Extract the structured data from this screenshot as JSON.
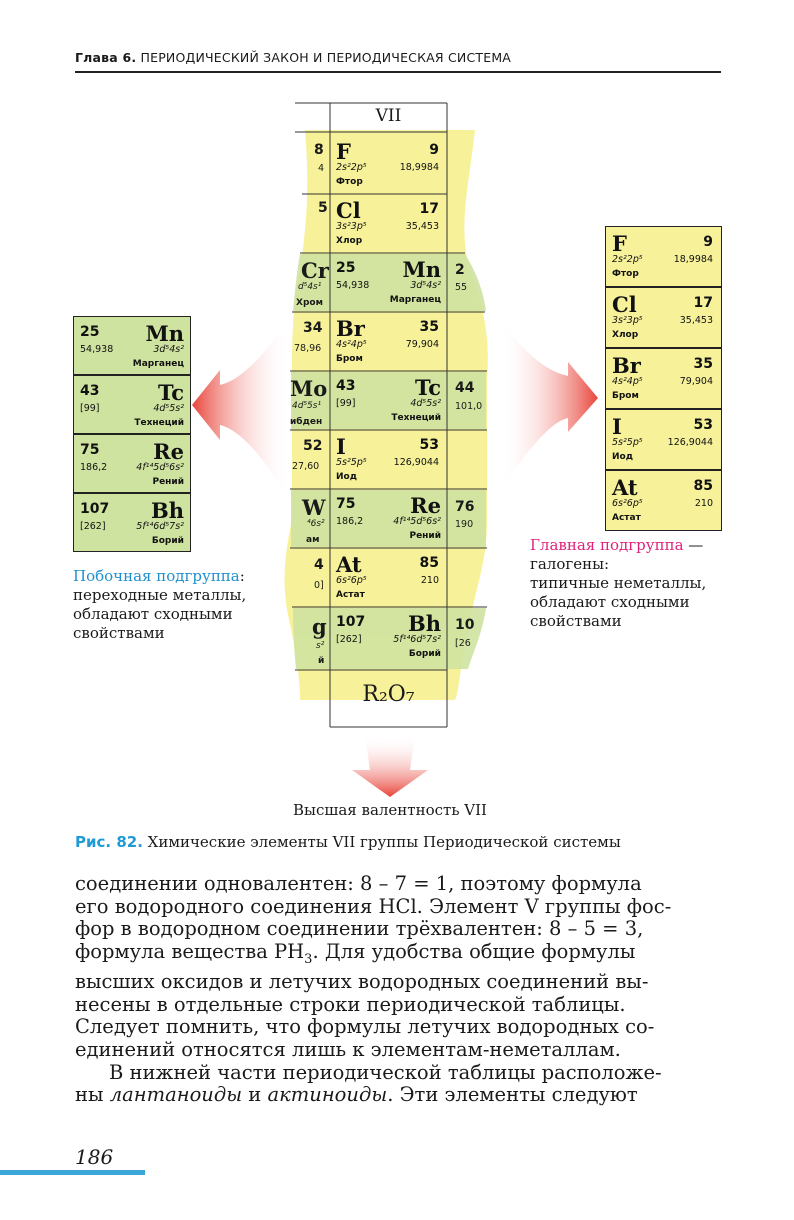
{
  "header": {
    "chapter_num": "Глава 6.",
    "chapter_title": "ПЕРИОДИЧЕСКИЙ ЗАКОН И ПЕРИОДИЧЕСКАЯ СИСТЕМА"
  },
  "table": {
    "group_label": "VII",
    "oxide_formula": "R₂O₇",
    "main_column": [
      {
        "num": "9",
        "sym": "F",
        "mass": "18,9984",
        "conf": "2s²2p⁵",
        "name": "Фтор"
      },
      {
        "num": "17",
        "sym": "Cl",
        "mass": "35,453",
        "conf": "3s²3p⁵",
        "name": "Хлор"
      },
      {
        "num": "25",
        "sym": "Mn",
        "mass": "54,938",
        "conf": "3d⁵4s²",
        "name": "Марганец"
      },
      {
        "num": "35",
        "sym": "Br",
        "mass": "79,904",
        "conf": "4s²4p⁵",
        "name": "Бром"
      },
      {
        "num": "43",
        "sym": "Tc",
        "mass": "[99]",
        "conf": "4d⁵5s²",
        "name": "Технеций"
      },
      {
        "num": "53",
        "sym": "I",
        "mass": "126,9044",
        "conf": "5s²5p⁵",
        "name": "Иод"
      },
      {
        "num": "75",
        "sym": "Re",
        "mass": "186,2",
        "conf": "4f¹⁴5d⁵6s²",
        "name": "Рений"
      },
      {
        "num": "85",
        "sym": "At",
        "mass": "210",
        "conf": "6s²6p⁵",
        "name": "Астат"
      },
      {
        "num": "107",
        "sym": "Bh",
        "mass": "[262]",
        "conf": "5f¹⁴6d⁵7s²",
        "name": "Борий"
      }
    ],
    "left_fragments": [
      "8",
      "4",
      "5",
      "Cr",
      "d⁵4s¹",
      "Хром",
      "34",
      "78,96",
      "Mo",
      "4d⁵5s¹",
      "ибден",
      "52",
      "27,60",
      "W",
      "⁴6s²",
      "ам",
      "4",
      "0]",
      "g",
      "s²",
      "й"
    ],
    "right_fragments": [
      "2",
      "55",
      "44",
      "101,0",
      "76",
      "190",
      "10",
      "[26"
    ]
  },
  "secondary_subgroup": {
    "elements": [
      {
        "num": "25",
        "sym": "Mn",
        "mass": "54,938",
        "conf": "3d⁵4s²",
        "name": "Марганец"
      },
      {
        "num": "43",
        "sym": "Tc",
        "mass": "[99]",
        "conf": "4d⁵5s²",
        "name": "Технеций"
      },
      {
        "num": "75",
        "sym": "Re",
        "mass": "186,2",
        "conf": "4f¹⁴5d⁵6s²",
        "name": "Рений"
      },
      {
        "num": "107",
        "sym": "Bh",
        "mass": "[262]",
        "conf": "5f¹⁴6d⁵7s²",
        "name": "Борий"
      }
    ],
    "title": "Побочная подгруппа",
    "desc_1": ":",
    "line2": "переходные металлы,",
    "line3": "обладают сходными",
    "line4": "свойствами"
  },
  "main_subgroup": {
    "elements": [
      {
        "num": "9",
        "sym": "F",
        "mass": "18,9984",
        "conf": "2s²2p⁵",
        "name": "Фтор"
      },
      {
        "num": "17",
        "sym": "Cl",
        "mass": "35,453",
        "conf": "3s²3p⁵",
        "name": "Хлор"
      },
      {
        "num": "35",
        "sym": "Br",
        "mass": "79,904",
        "conf": "4s²4p⁵",
        "name": "Бром"
      },
      {
        "num": "53",
        "sym": "I",
        "mass": "126,9044",
        "conf": "5s²5p⁵",
        "name": "Иод"
      },
      {
        "num": "85",
        "sym": "At",
        "mass": "210",
        "conf": "6s²6p⁵",
        "name": "Астат"
      }
    ],
    "title": "Главная подгруппа",
    "dash": " —",
    "line2": "галогены:",
    "line3": "типичные неметаллы,",
    "line4": "обладают сходными",
    "line5": "свойствами"
  },
  "valence_label": "Высшая валентность VII",
  "figure": {
    "label": "Рис. 82.",
    "caption": " Химические элементы VII группы Периодической системы"
  },
  "body": {
    "p1_l1": "соединении одновалентен: 8 – 7 = 1, поэтому формула",
    "p1_l2": "его водородного соединения HCl. Элемент V группы фос-",
    "p1_l3": "фор в водородном соединении трёхвалентен: 8 – 5 = 3,",
    "p1_l4a": "формула вещества PH",
    "p1_l4sub": "3",
    "p1_l4b": ". Для удобства общие формулы",
    "p1_l5": "высших оксидов и летучих водородных соединений вы-",
    "p1_l6": "несены в отдельные строки периодической таблицы.",
    "p1_l7": "Следует помнить, что формулы летучих водородных со-",
    "p1_l8": "единений относятся лишь к элементам-неметаллам.",
    "p2_l1": "В нижней части периодической таблицы расположе-",
    "p2_l2a": "ны ",
    "p2_l2i1": "лантаноиды",
    "p2_l2b": " и ",
    "p2_l2i2": "актиноиды",
    "p2_l2c": ". Эти элементы следуют"
  },
  "page_number": "186"
}
